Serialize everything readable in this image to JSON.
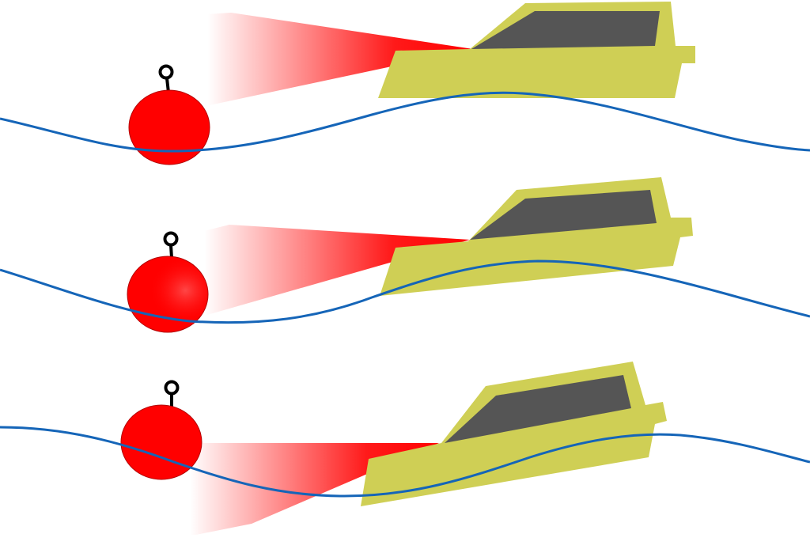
{
  "diagram": {
    "panels": [
      {
        "id": "panel-1",
        "sequence": 1,
        "buoy_highlight": false
      },
      {
        "id": "panel-2",
        "sequence": 2,
        "buoy_highlight": true
      },
      {
        "id": "panel-3",
        "sequence": 3,
        "buoy_highlight": false
      }
    ],
    "colors": {
      "background": "#ffffff",
      "buoy": "#ff0000",
      "buoy_highlight": "#e60000",
      "buoy_ring": "#000000",
      "beam": "#ff0000",
      "boat_hull": "#cfcf55",
      "boat_window": "#555555",
      "wave": "#1565b8"
    },
    "icons": {
      "buoy": "buoy-icon",
      "ring": "mooring-ring-icon",
      "beam": "light-beam",
      "boat": "boat-icon",
      "wave": "wave-line"
    }
  }
}
